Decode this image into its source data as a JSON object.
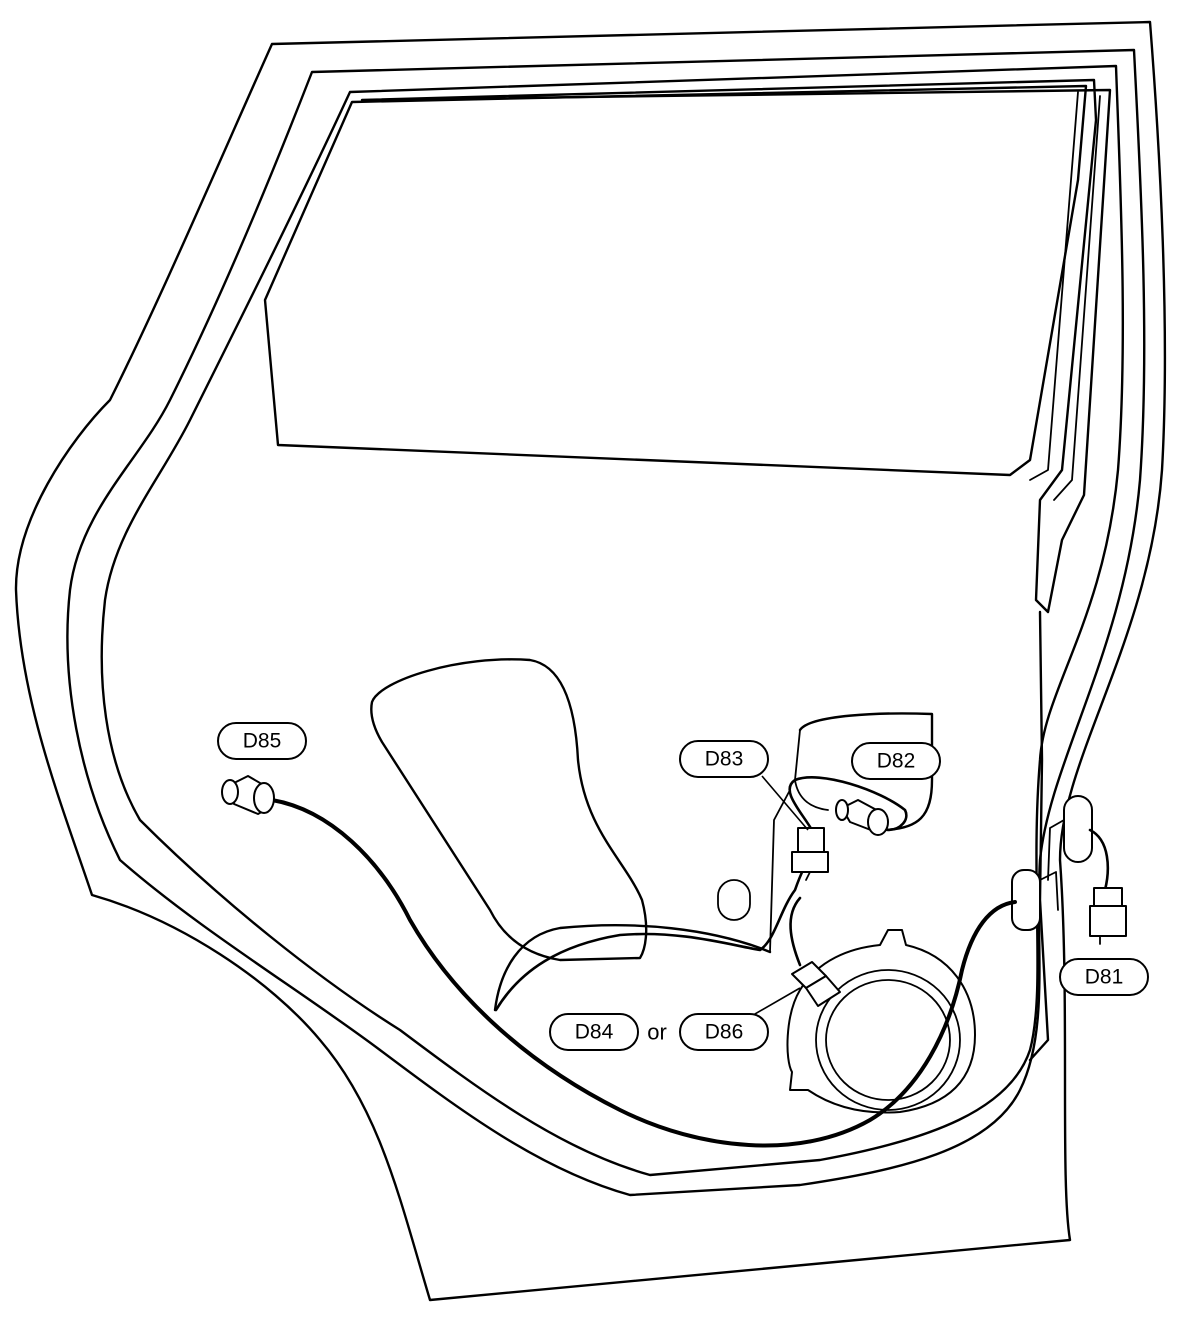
{
  "connectors": {
    "d81": "D81",
    "d82": "D82",
    "d83": "D83",
    "d84": "D84",
    "d85": "D85",
    "d86": "D86"
  },
  "or_text": "or"
}
